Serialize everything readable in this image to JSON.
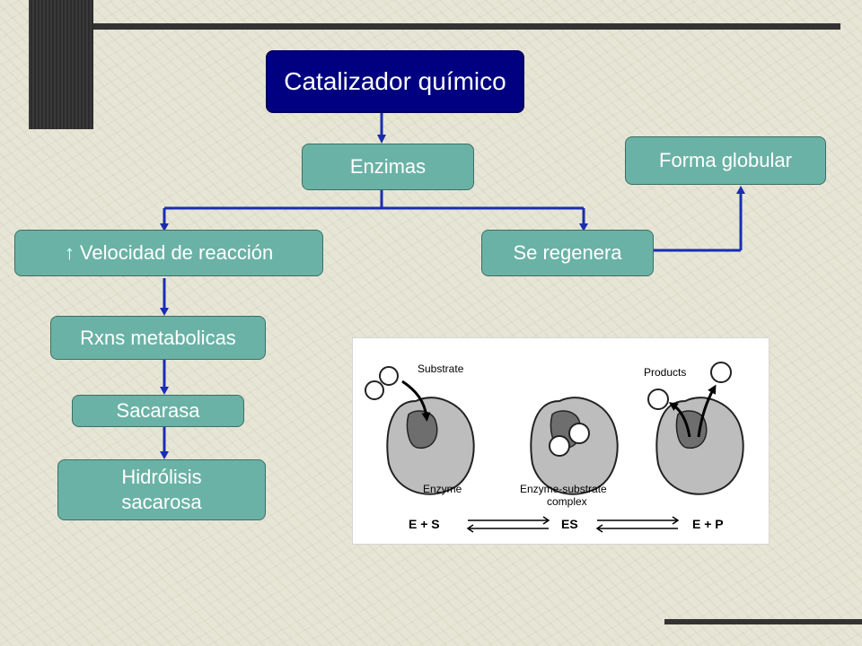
{
  "title": "Catalizador químico",
  "nodes": {
    "enzimas": "Enzimas",
    "forma_globular": "Forma globular",
    "velocidad": "↑ Velocidad de reacción",
    "se_regenera": "Se regenera",
    "rxns_metabolicas": "Rxns metabolicas",
    "sacarasa": "Sacarasa",
    "hidrolisis_line1": "Hidrólisis",
    "hidrolisis_line2": "sacarosa"
  },
  "figure": {
    "substrate": "Substrate",
    "products": "Products",
    "enzyme": "Enzyme",
    "complex_line1": "Enzyme-substrate",
    "complex_line2": "complex",
    "eq_left": "E + S",
    "eq_mid": "ES",
    "eq_right": "E + P"
  },
  "colors": {
    "title_bg": "#000080",
    "node_bg": "#6bb2a6",
    "arrow": "#1a2db0"
  }
}
